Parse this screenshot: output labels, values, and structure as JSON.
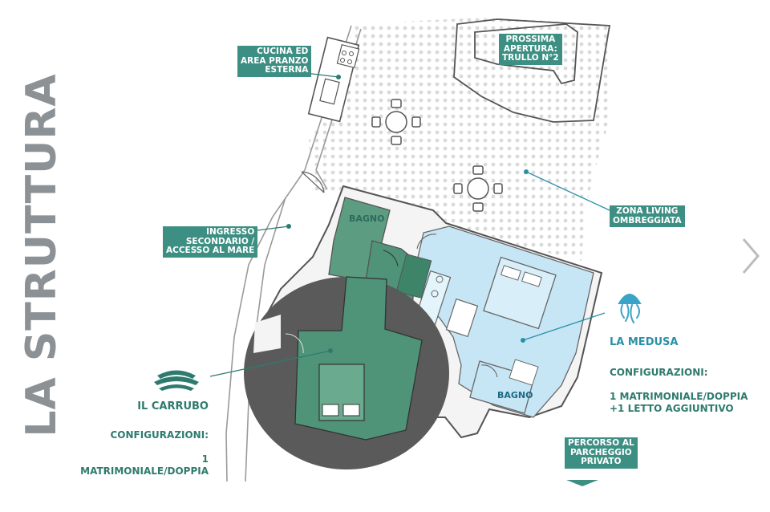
{
  "title": "LA STRUTTURA",
  "labels": {
    "cucina": "CUCINA ED\nAREA PRANZO\nESTERNA",
    "prossima": "PROSSIMA\nAPERTURA:\nTRULLO N°2",
    "zona_living": "ZONA LIVING\nOMBREGGIATA",
    "ingresso": "INGRESSO\nSECONDARIO /\nACCESSO AL MARE",
    "percorso": "PERCORSO AL\nPARCHEGGIO\nPRIVATO"
  },
  "rooms": {
    "bagno_left": "BAGNO",
    "bagno_right": "BAGNO"
  },
  "units": {
    "carrubo": {
      "name": "IL CARRUBO",
      "config_title": "CONFIGURAZIONI:",
      "config_lines": "1 MATRIMONIALE/DOPPIA",
      "color": "#2e7b6e",
      "icon": "carob-tree-icon"
    },
    "medusa": {
      "name": "LA MEDUSA",
      "config_title": "CONFIGURAZIONI:",
      "config_lines": "1 MATRIMONIALE/DOPPIA\n+1 LETTO AGGIUNTIVO",
      "color": "#2a90a8",
      "icon": "jellyfish-icon"
    }
  },
  "colors": {
    "accent_teal": "#3d8f83",
    "carrubo_green": "#4f9478",
    "medusa_blue": "#c6e6f5",
    "trullo_dark": "#5a5a5a",
    "title_gray": "#8c9196"
  },
  "navigation": {
    "next_icon": "chevron-right-icon"
  }
}
